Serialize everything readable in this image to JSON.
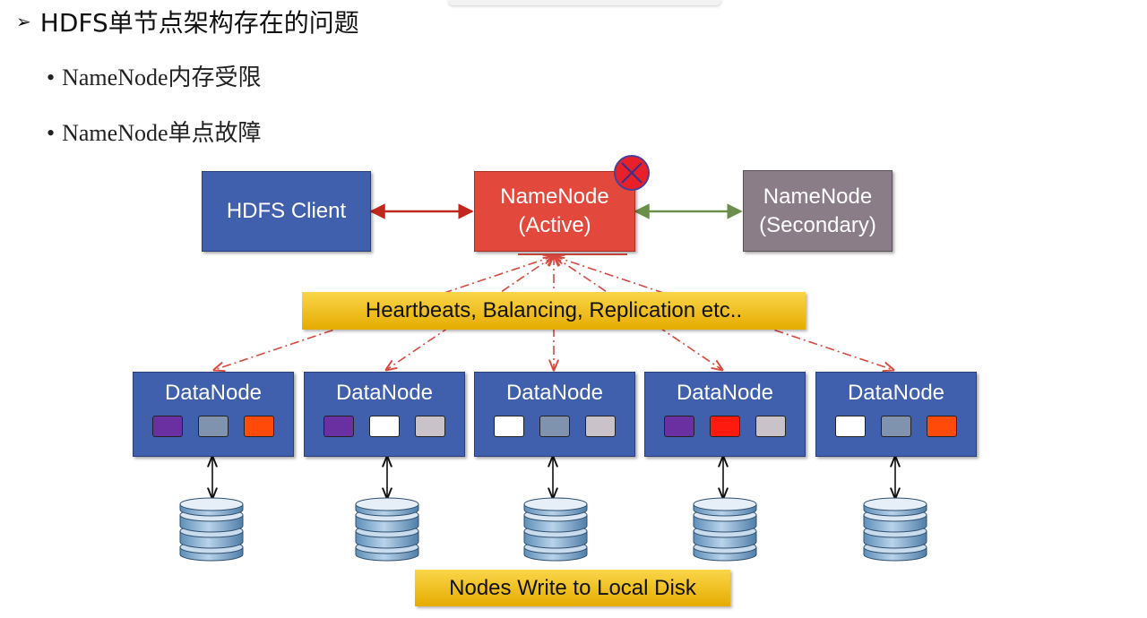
{
  "heading": {
    "marker": "➢",
    "title": "HDFS单节点架构存在的问题"
  },
  "bullets": [
    "NameNode内存受限",
    "NameNode单点故障"
  ],
  "diagram": {
    "client": {
      "label": "HDFS Client"
    },
    "namenode_active": {
      "line1": "NameNode",
      "line2": "(Active)",
      "status_icon": "failure-x-icon"
    },
    "namenode_secondary": {
      "line1": "NameNode",
      "line2": "(Secondary)"
    },
    "heartbeat_banner": "Heartbeats, Balancing, Replication etc..",
    "disk_banner": "Nodes Write to Local Disk",
    "datanodes": [
      {
        "label": "DataNode",
        "blocks": [
          "#6a2fa0",
          "#7f93ae",
          "#ff4a0a"
        ]
      },
      {
        "label": "DataNode",
        "blocks": [
          "#6a2fa0",
          "#ffffff",
          "#c9c2c8"
        ]
      },
      {
        "label": "DataNode",
        "blocks": [
          "#ffffff",
          "#7f93ae",
          "#c9c2c8"
        ]
      },
      {
        "label": "DataNode",
        "blocks": [
          "#6a2fa0",
          "#ff1a10",
          "#c9c2c8"
        ]
      },
      {
        "label": "DataNode",
        "blocks": [
          "#ffffff",
          "#7f93ae",
          "#ff4a0a"
        ]
      }
    ],
    "colors": {
      "client_arrow": "#c0281e",
      "secondary_arrow": "#6b8f4a",
      "heartbeat_lines": "#d7493f",
      "node_blue": "#4060ad",
      "active_red": "#e2493c",
      "secondary_gray": "#8a7d87"
    }
  }
}
